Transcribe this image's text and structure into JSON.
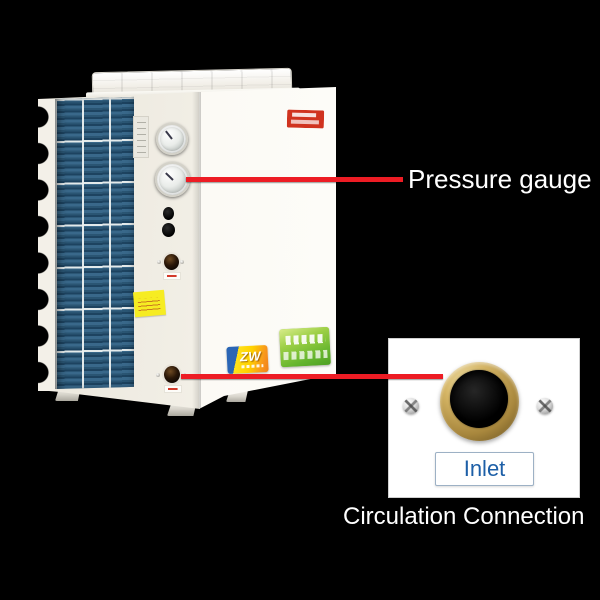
{
  "colors": {
    "background": "#000000",
    "arrow_red": "#ed1c24",
    "inlet_text_blue": "#1d5fa7",
    "coil_blue": "#2a5573",
    "cabinet_white": "#f5f2ea",
    "brass_ring": "#b6913f",
    "zw_badge_yellow": "#ffd200",
    "energy_sticker_green": "#6ab82e",
    "warning_sticker_yellow": "#f6ec22",
    "brand_label_red": "#d0331f"
  },
  "annotations": {
    "pressure_gauge": {
      "label": "Pressure gauge"
    },
    "circulation": {
      "label": "Circulation Connection"
    }
  },
  "inset": {
    "inlet_label": "Inlet"
  },
  "unit": {
    "zw_badge": "ZW"
  }
}
